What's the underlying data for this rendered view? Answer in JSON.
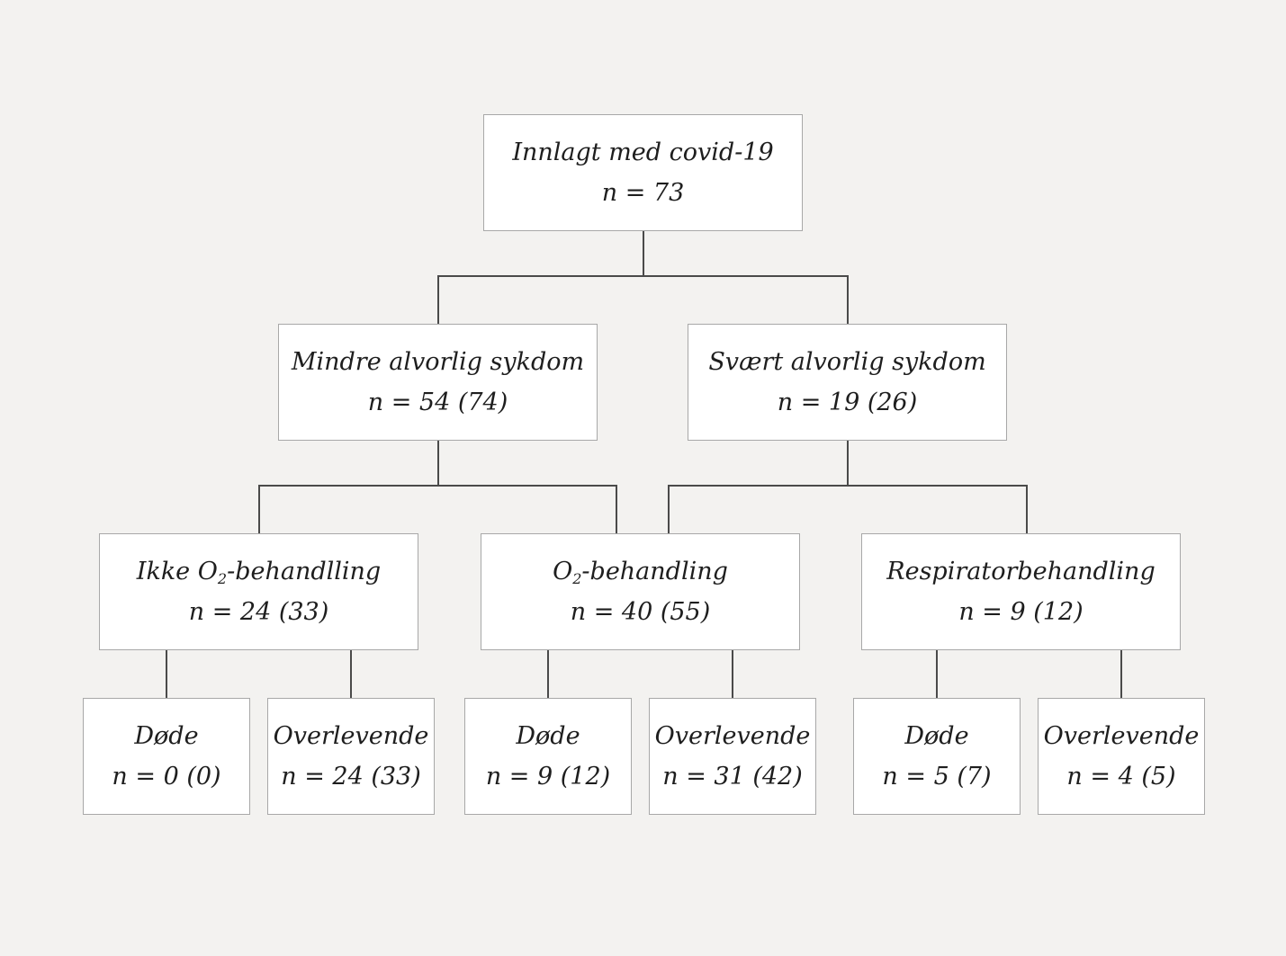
{
  "diagram": {
    "root": {
      "title": "Innlagt med covid-19",
      "count": "n = 73"
    },
    "level1": [
      {
        "title": "Mindre alvorlig sykdom",
        "count": "n = 54 (74)"
      },
      {
        "title": "Svært alvorlig sykdom",
        "count": "n = 19 (26)"
      }
    ],
    "level2": [
      {
        "title_pre": "Ikke O",
        "title_sub": "2",
        "title_post": "-behandlling",
        "count": "n = 24 (33)"
      },
      {
        "title_pre": "O",
        "title_sub": "2",
        "title_post": "-behandling",
        "count": "n = 40 (55)"
      },
      {
        "title_pre": "Respiratorbehandling",
        "title_sub": "",
        "title_post": "",
        "count": "n = 9 (12)"
      }
    ],
    "level3": [
      {
        "title": "Døde",
        "count": "n = 0 (0)"
      },
      {
        "title": "Overlevende",
        "count": "n = 24 (33)"
      },
      {
        "title": "Døde",
        "count": "n = 9 (12)"
      },
      {
        "title": "Overlevende",
        "count": "n = 31 (42)"
      },
      {
        "title": "Døde",
        "count": "n = 5 (7)"
      },
      {
        "title": "Overlevende",
        "count": "n = 4 (5)"
      }
    ]
  },
  "colors": {
    "background": "#f3f2f0",
    "box_fill": "#ffffff",
    "box_border": "#a8a8a8",
    "connector": "#4a4a4a",
    "text": "#1e1e1e"
  }
}
